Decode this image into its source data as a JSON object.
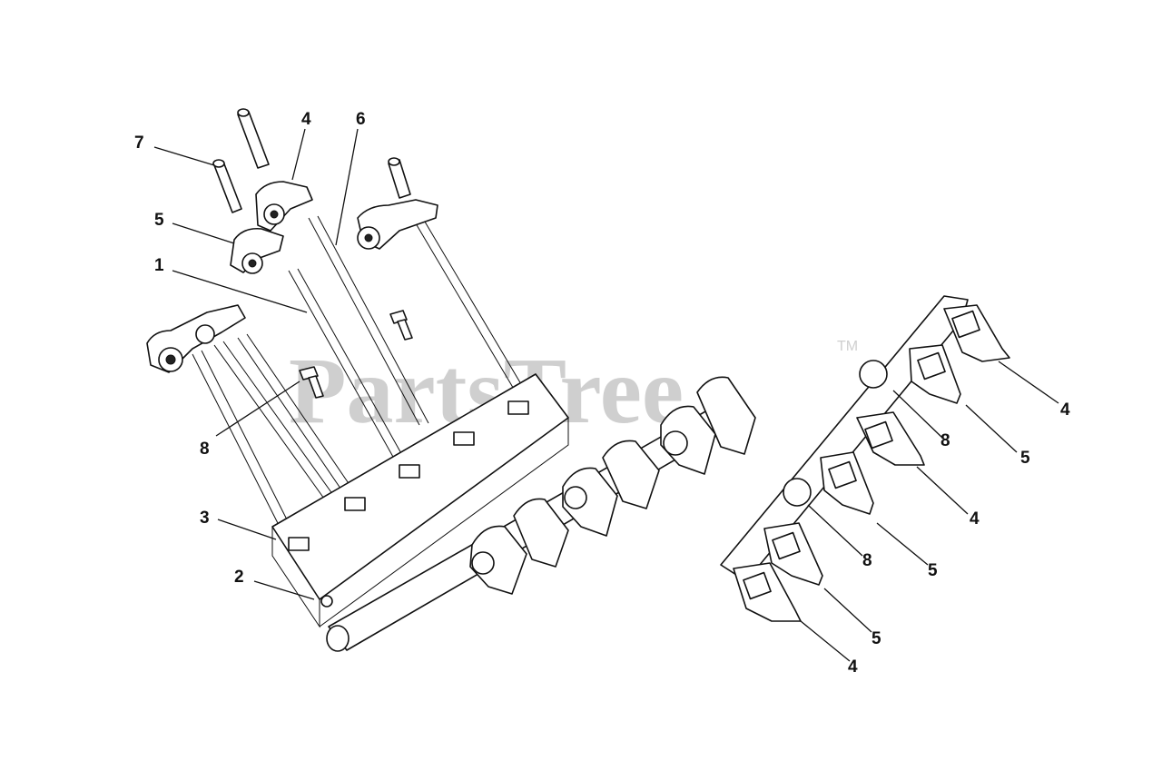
{
  "watermark": {
    "text": "PartsTree",
    "trademark": "TM"
  },
  "callouts": [
    {
      "id": "c-7",
      "label": "7"
    },
    {
      "id": "c-4a",
      "label": "4"
    },
    {
      "id": "c-6",
      "label": "6"
    },
    {
      "id": "c-5a",
      "label": "5"
    },
    {
      "id": "c-1",
      "label": "1"
    },
    {
      "id": "c-8a",
      "label": "8"
    },
    {
      "id": "c-3",
      "label": "3"
    },
    {
      "id": "c-2",
      "label": "2"
    },
    {
      "id": "c-4b",
      "label": "4"
    },
    {
      "id": "c-8b",
      "label": "8"
    },
    {
      "id": "c-5b",
      "label": "5"
    },
    {
      "id": "c-4c",
      "label": "4"
    },
    {
      "id": "c-8c",
      "label": "8"
    },
    {
      "id": "c-5c",
      "label": "5"
    },
    {
      "id": "c-5d",
      "label": "5"
    },
    {
      "id": "c-4d",
      "label": "4"
    }
  ]
}
